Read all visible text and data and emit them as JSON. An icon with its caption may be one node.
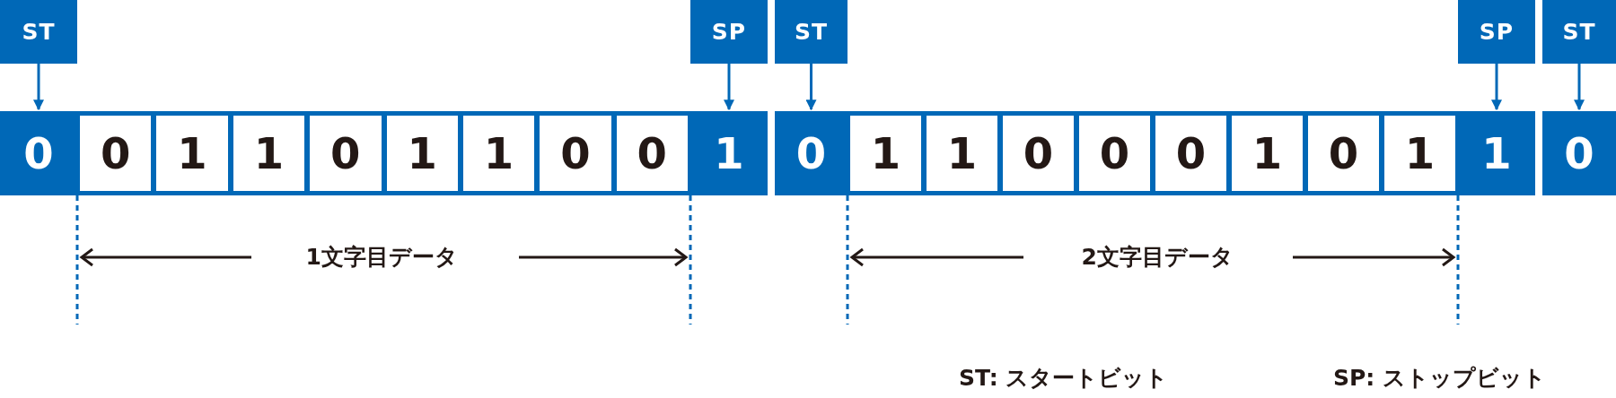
{
  "diagram": {
    "nodes": [
      {
        "text": [
          "ST"
        ]
      },
      {
        "text": [
          "SP"
        ]
      },
      {
        "text": [
          "ST"
        ]
      },
      {
        "text": [
          "SP"
        ]
      },
      {
        "text": [
          "ST"
        ]
      },
      {
        "text": [
          "0"
        ]
      },
      {
        "text": [
          "0"
        ]
      },
      {
        "text": [
          "1"
        ]
      },
      {
        "text": [
          "1"
        ]
      },
      {
        "text": [
          "0"
        ]
      },
      {
        "text": [
          "1"
        ]
      },
      {
        "text": [
          "1"
        ]
      },
      {
        "text": [
          "0"
        ]
      },
      {
        "text": [
          "0"
        ]
      },
      {
        "text": [
          "1"
        ]
      },
      {
        "text": [
          "0"
        ]
      },
      {
        "text": [
          "1"
        ]
      },
      {
        "text": [
          "1"
        ]
      },
      {
        "text": [
          "0"
        ]
      },
      {
        "text": [
          "0"
        ]
      },
      {
        "text": [
          "0"
        ]
      },
      {
        "text": [
          "1"
        ]
      },
      {
        "text": [
          "0"
        ]
      },
      {
        "text": [
          "1"
        ]
      },
      {
        "text": [
          "1"
        ]
      },
      {
        "text": [
          "0"
        ]
      }
    ],
    "edges": [
      {
        "from": 0,
        "to": 5,
        "arrow": "to"
      },
      {
        "from": 1,
        "to": 14,
        "arrow": "to"
      },
      {
        "from": 2,
        "to": 15,
        "arrow": "to"
      },
      {
        "from": 3,
        "to": 24,
        "arrow": "to"
      },
      {
        "from": 4,
        "to": 25,
        "arrow": "to"
      }
    ],
    "labels": [
      "1文字目データ",
      "2文字目データ",
      "ST: スタートビット",
      "SP: ストップビット"
    ]
  }
}
